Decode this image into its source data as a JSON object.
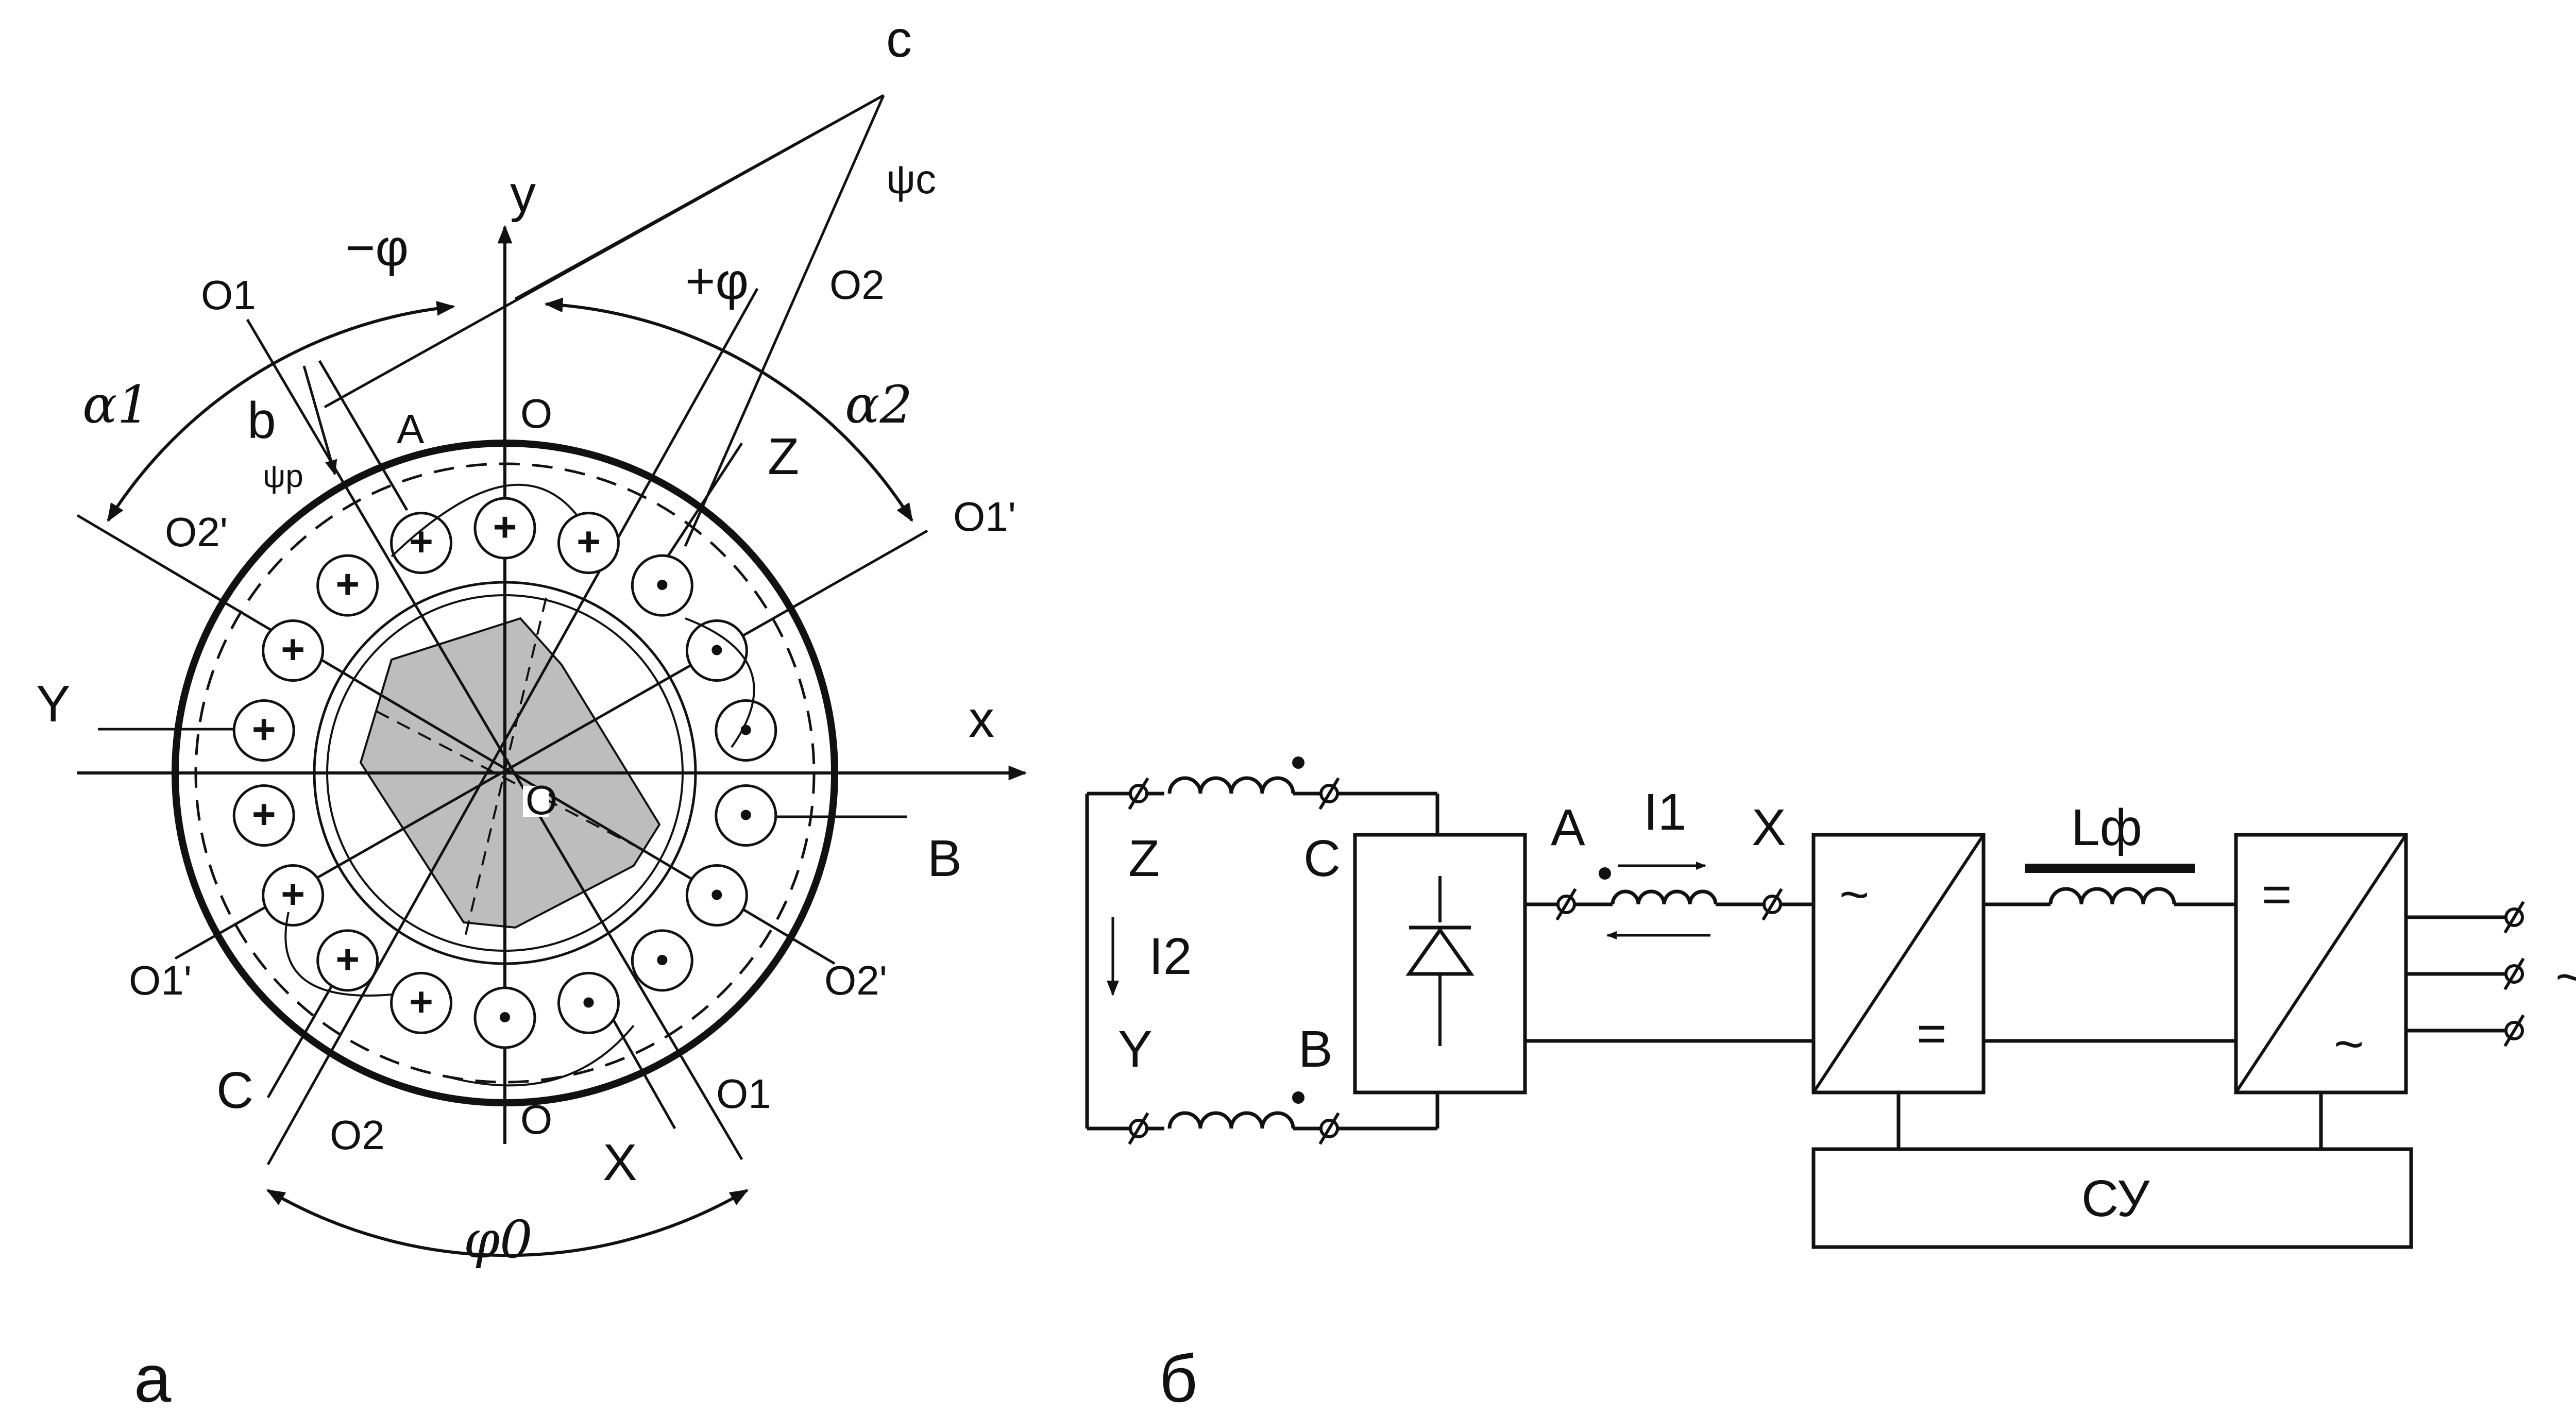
{
  "panel_a": {
    "panel_label": "а",
    "axis_x": "x",
    "axis_y": "y",
    "point_c": "c",
    "psi_c": "ψc",
    "point_b": "b",
    "psi_p": "ψp",
    "minus_phi": "−φ",
    "plus_phi": "+φ",
    "alpha_1": "α1",
    "alpha_2": "α2",
    "phi_0": "φ0",
    "center_o": "O",
    "labels": {
      "o1_top": "O1",
      "o2_top": "O2",
      "o_top": "O",
      "o2_prime_left": "O2'",
      "o1_prime_right": "O1'",
      "o1_prime_left": "O1'",
      "o2_prime_right": "O2'",
      "o2_bottom": "O2",
      "o_bottom": "O",
      "o1_bottom": "O1"
    },
    "terminals": {
      "A": "A",
      "Z": "Z",
      "Y": "Y",
      "B": "B",
      "C": "C",
      "X": "X"
    },
    "slots": {
      "plus_symbol": "+",
      "dot_symbol": "•"
    }
  },
  "panel_b": {
    "panel_label": "б",
    "terminal_Z": "Z",
    "terminal_C": "C",
    "terminal_Y": "Y",
    "terminal_B": "B",
    "terminal_A": "A",
    "terminal_X": "X",
    "current_I1": "I1",
    "current_I2": "I2",
    "filter_L": "Lф",
    "converter1_ac": "~",
    "converter1_dc": "=",
    "converter2_dc": "=",
    "converter2_ac": "~",
    "output_ac": "~",
    "control_unit": "СУ"
  }
}
